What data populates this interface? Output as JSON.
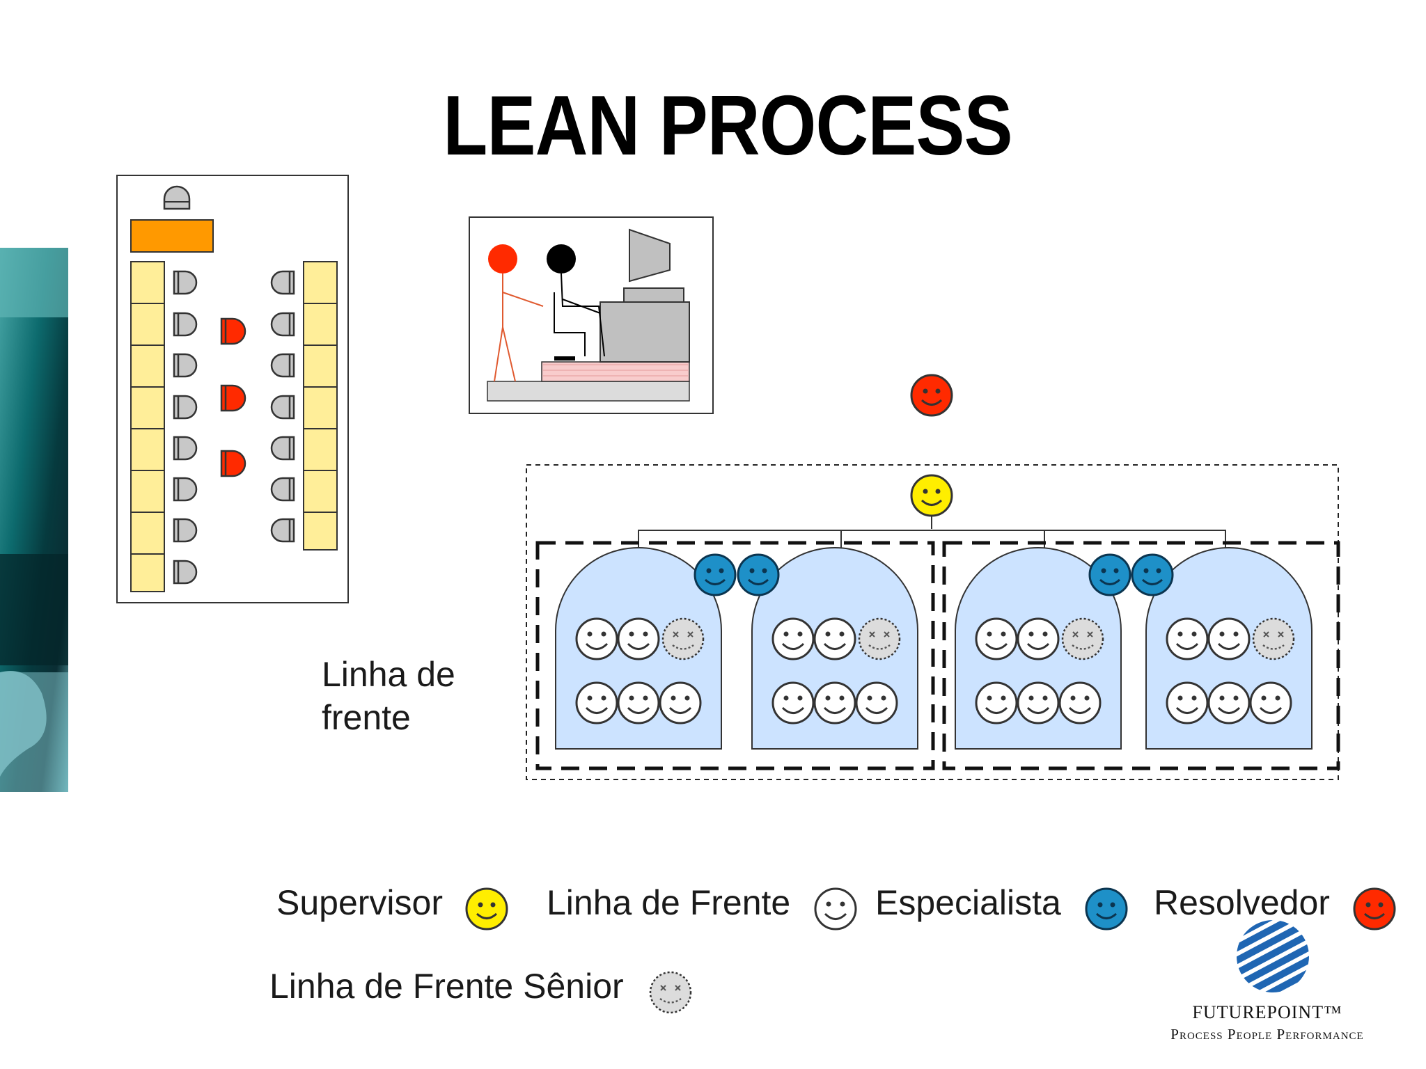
{
  "title": "LEAN PROCESS",
  "front_line_label": {
    "line1": "Linha de",
    "line2": "frente"
  },
  "legend": {
    "supervisor": "Supervisor",
    "front_line": "Linha de Frente",
    "specialist": "Especialista",
    "resolver": "Resolvedor",
    "senior_front_line": "Linha de Frente Sênior"
  },
  "brand": {
    "name": "FUTUREPOINT™",
    "tagline": "Process People Performance"
  },
  "colors": {
    "supervisor": "#ffee00",
    "front_line": "#ffffff",
    "specialist": "#1e90c8",
    "resolver": "#ff2a00",
    "senior": "#dcdcdc",
    "desk": "#ffee99",
    "manager_desk": "#ff9900",
    "team_fill": "#cce3ff",
    "brand_blue": "#1f66b3"
  }
}
